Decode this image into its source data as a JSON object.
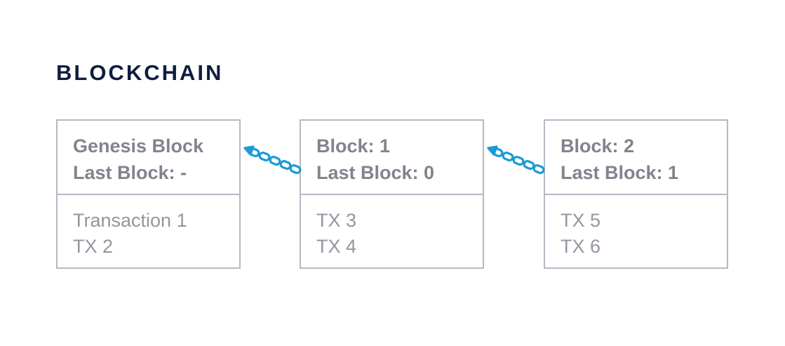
{
  "title": "BLOCKCHAIN",
  "colors": {
    "title": "#0f1d3f",
    "border": "#b7b8c4",
    "header_text": "#83838f",
    "body_text": "#95959f",
    "chain_link": "#1e9ad6"
  },
  "blocks": [
    {
      "name": "Genesis Block",
      "last_block": "Last Block: -",
      "transactions": [
        "Transaction 1",
        "TX 2"
      ]
    },
    {
      "name": "Block: 1",
      "last_block": "Last Block: 0",
      "transactions": [
        "TX 3",
        "TX 4"
      ]
    },
    {
      "name": "Block: 2",
      "last_block": "Last Block: 1",
      "transactions": [
        "TX 5",
        "TX 6"
      ]
    }
  ],
  "links": [
    {
      "icon": "chain-link-arrow-icon",
      "from_block": 1,
      "to_block": 0
    },
    {
      "icon": "chain-link-arrow-icon",
      "from_block": 2,
      "to_block": 1
    }
  ]
}
